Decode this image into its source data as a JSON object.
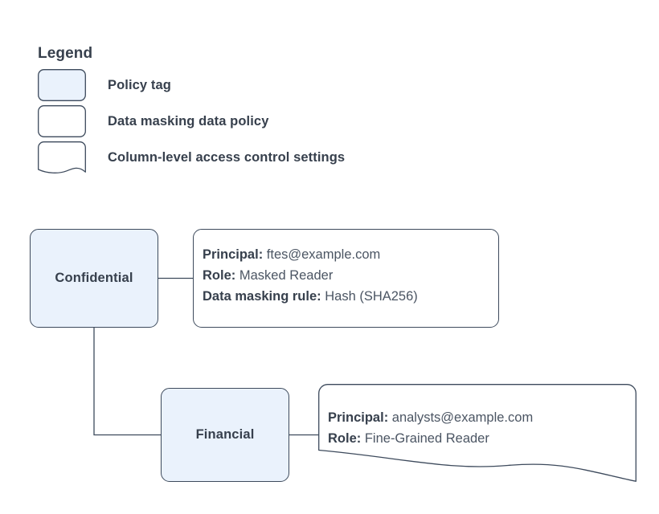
{
  "legend": {
    "title": "Legend",
    "items": [
      {
        "shape": "policy-tag-swatch",
        "label": "Policy tag"
      },
      {
        "shape": "data-policy-swatch",
        "label": "Data masking data policy"
      },
      {
        "shape": "column-access-swatch",
        "label": "Column-level access control settings"
      }
    ]
  },
  "nodes": [
    {
      "id": "confidential",
      "label": "Confidential"
    },
    {
      "id": "financial",
      "label": "Financial"
    }
  ],
  "callouts": {
    "confidential": {
      "lines": [
        {
          "key": "Principal:",
          "value": "ftes@example.com"
        },
        {
          "key": "Role:",
          "value": "Masked Reader"
        },
        {
          "key": "Data masking rule:",
          "value": "Hash (SHA256)"
        }
      ]
    },
    "financial": {
      "lines": [
        {
          "key": "Principal:",
          "value": "analysts@example.com"
        },
        {
          "key": "Role:",
          "value": "Fine-Grained Reader"
        }
      ]
    }
  },
  "colors": {
    "tag_fill": "#eaf2fc",
    "stroke": "#3d4a5c",
    "text": "#37404d",
    "value_text": "#4b5563",
    "background": "#ffffff"
  }
}
